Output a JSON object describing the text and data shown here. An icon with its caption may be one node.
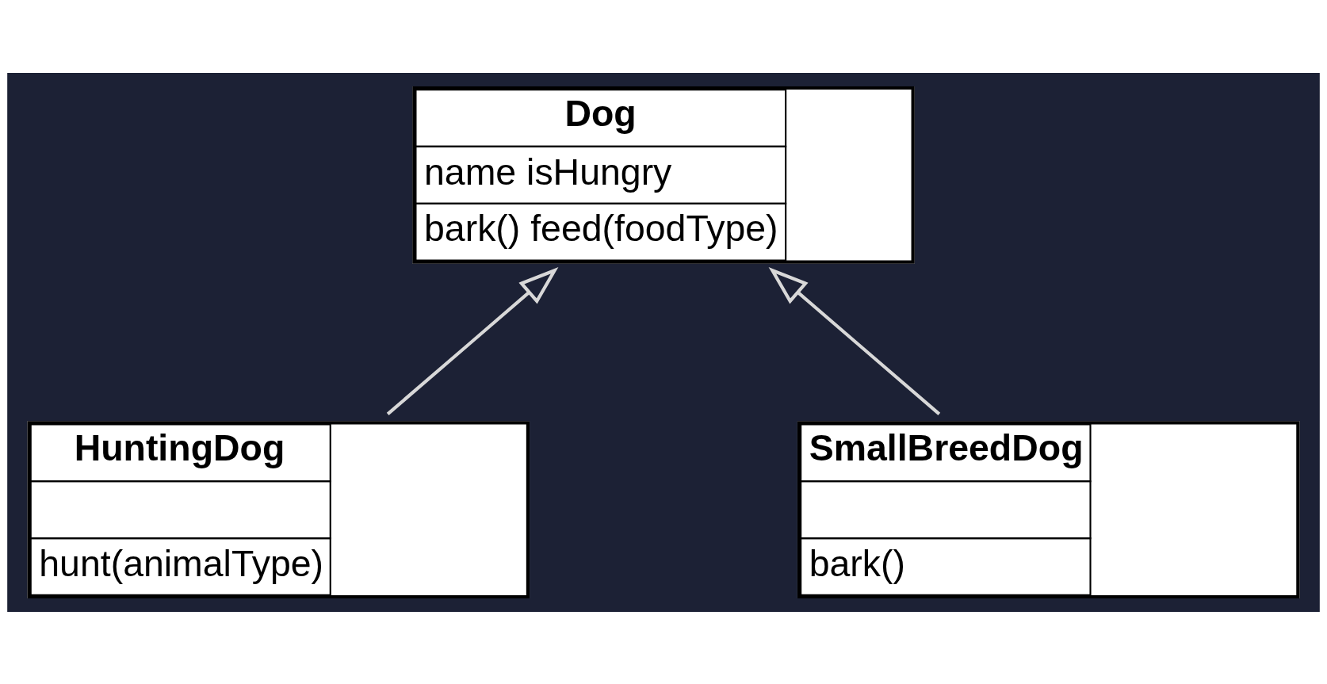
{
  "diagram": {
    "nodes": [
      {
        "text": [
          "Dog",
          "name isHungry",
          "bark() feed(foodType)"
        ]
      },
      {
        "text": [
          "HuntingDog",
          "hunt(animalType)"
        ]
      },
      {
        "text": [
          "SmallBreedDog",
          "bark()"
        ]
      }
    ],
    "edges": [
      {
        "from": 1,
        "to": 0,
        "arrow": "to"
      },
      {
        "from": 2,
        "to": 0,
        "arrow": "to"
      }
    ]
  }
}
